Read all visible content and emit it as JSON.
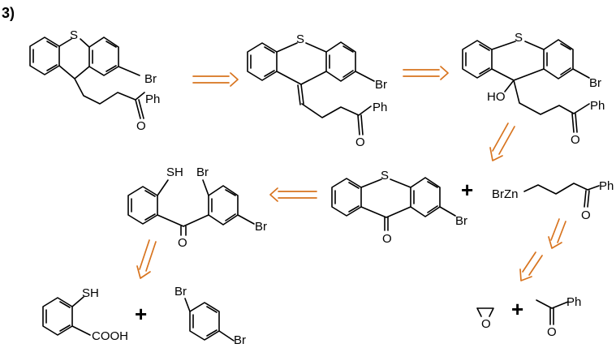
{
  "step_label": "3)",
  "plus_sign": "+",
  "atoms": {
    "sulfur": "S",
    "bromine": "Br",
    "phenyl": "Ph",
    "oxygen": "O",
    "hydroxyl": "HO",
    "thiol": "SH",
    "carboxyl": "COOH",
    "bromozinc": "BrZn"
  },
  "colors": {
    "bond": "#000000",
    "retro_arrow": "#d8741f",
    "background": "#ffffff"
  },
  "compounds": [
    "target-2-bromo-9-substituted-thioxanthene",
    "exocyclic-alkene-intermediate",
    "tertiary-alcohol-intermediate",
    "2-bromothioxanthone",
    "organozinc-reagent",
    "diaryl-ketone-thiol",
    "thiosalicylic-acid",
    "1-4-dibromobenzene",
    "oxirane",
    "acetophenone"
  ]
}
